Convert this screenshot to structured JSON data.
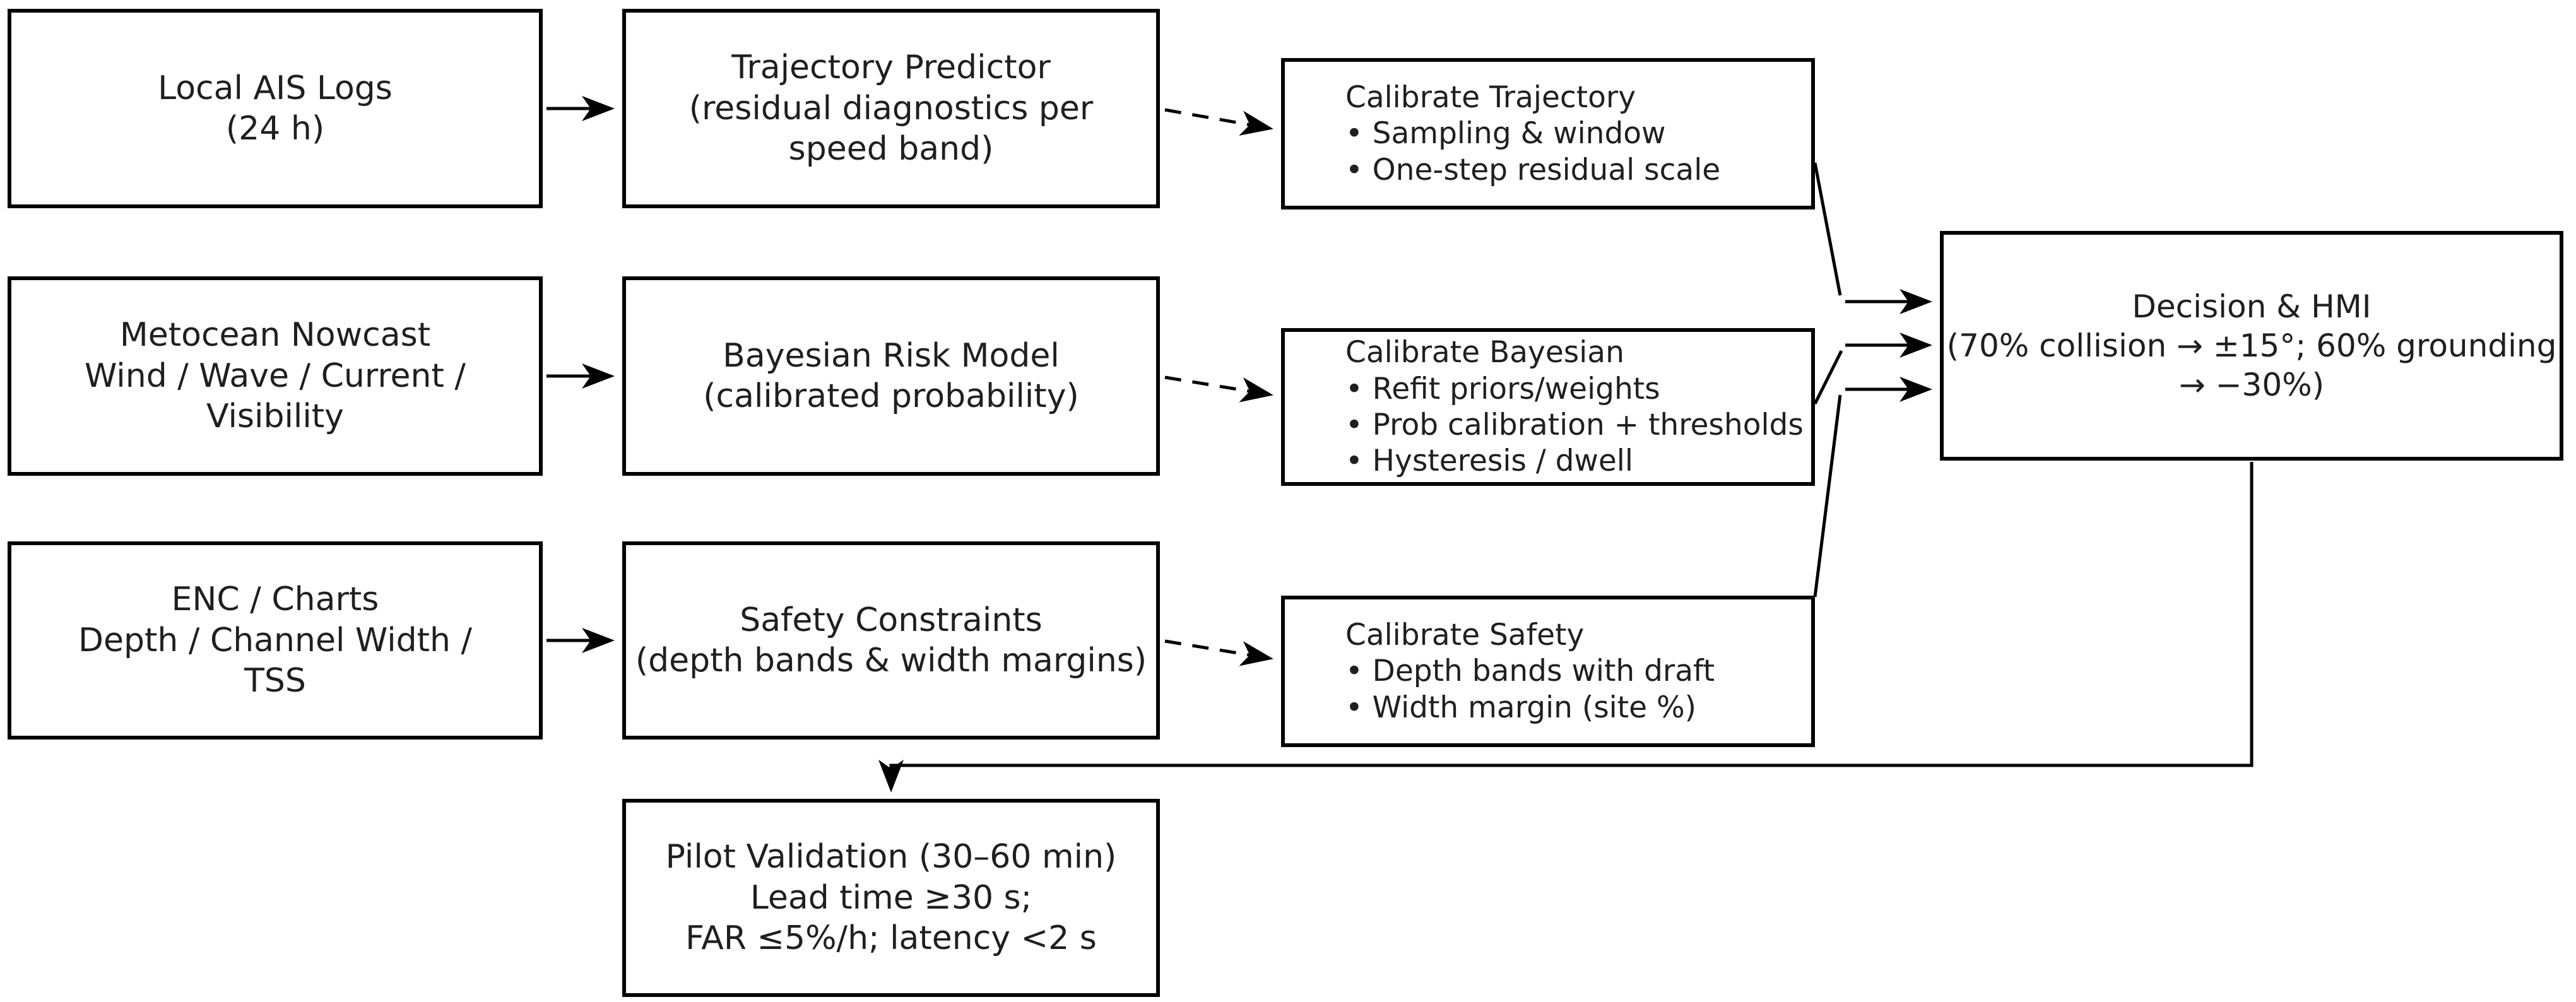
{
  "diagram": {
    "title": "Calibration and decision pipeline flowchart",
    "colors": {
      "background": "#ffffff",
      "box_border": "#000000",
      "arrow": "#000000",
      "text": "#1f1f1f"
    },
    "boxes": [
      {
        "id": "local-ais-logs",
        "lines": [
          "Local AIS Logs",
          "(24 h)"
        ]
      },
      {
        "id": "trajectory-predictor",
        "lines": [
          "Trajectory Predictor",
          "(residual diagnostics per",
          "speed band)"
        ]
      },
      {
        "id": "calibrate-trajectory",
        "lines": [
          "Calibrate Trajectory",
          "• Sampling & window",
          "• One-step residual scale"
        ]
      },
      {
        "id": "metocean-nowcast",
        "lines": [
          "Metocean Nowcast",
          "Wind / Wave / Current /",
          "Visibility"
        ]
      },
      {
        "id": "bayesian-risk-model",
        "lines": [
          "Bayesian Risk Model",
          "(calibrated probability)"
        ]
      },
      {
        "id": "calibrate-bayesian",
        "lines": [
          "Calibrate Bayesian",
          "• Refit priors/weights",
          "• Prob calibration + thresholds",
          "• Hysteresis / dwell"
        ]
      },
      {
        "id": "enc-charts",
        "lines": [
          "ENC / Charts",
          "Depth / Channel Width /",
          "TSS"
        ]
      },
      {
        "id": "safety-constraints",
        "lines": [
          "Safety Constraints",
          "(depth bands & width margins)"
        ]
      },
      {
        "id": "calibrate-safety",
        "lines": [
          "Calibrate Safety",
          "• Depth bands with draft",
          "• Width margin (site %)"
        ]
      },
      {
        "id": "decision-hmi",
        "lines": [
          "Decision & HMI",
          "(70% collision → ±15°; 60% grounding",
          "→ −30%)"
        ]
      },
      {
        "id": "pilot-validation",
        "lines": [
          "Pilot Validation (30–60 min)",
          "Lead time ≥30 s;",
          "FAR ≤5%/h; latency <2 s"
        ]
      }
    ],
    "edges": [
      {
        "from": "local-ais-logs",
        "to": "trajectory-predictor",
        "style": "solid"
      },
      {
        "from": "metocean-nowcast",
        "to": "bayesian-risk-model",
        "style": "solid"
      },
      {
        "from": "enc-charts",
        "to": "safety-constraints",
        "style": "solid"
      },
      {
        "from": "trajectory-predictor",
        "to": "calibrate-trajectory",
        "style": "dashed"
      },
      {
        "from": "bayesian-risk-model",
        "to": "calibrate-bayesian",
        "style": "dashed"
      },
      {
        "from": "safety-constraints",
        "to": "calibrate-safety",
        "style": "dashed"
      },
      {
        "from": "calibrate-trajectory",
        "to": "decision-hmi",
        "style": "solid"
      },
      {
        "from": "calibrate-bayesian",
        "to": "decision-hmi",
        "style": "solid"
      },
      {
        "from": "calibrate-safety",
        "to": "decision-hmi",
        "style": "solid"
      },
      {
        "from": "decision-hmi",
        "to": "pilot-validation",
        "style": "solid"
      }
    ]
  }
}
